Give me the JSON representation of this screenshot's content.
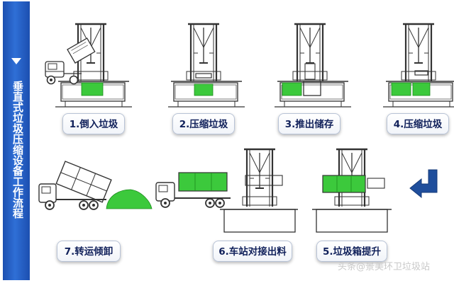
{
  "sidebar": {
    "title": "垂直式垃圾压缩设备工作流程"
  },
  "steps": {
    "s1": "1.倒入垃圾",
    "s2": "2.压缩垃圾",
    "s3": "3.推出储存",
    "s4": "4.压缩垃圾",
    "s5": "5.垃圾箱提升",
    "s6": "6.车站对接出料",
    "s7": "7.转运倾卸"
  },
  "watermark": "头条@景美环卫垃圾站",
  "colors": {
    "sidebar": "#1f56be",
    "green_fill": "#3cc93c",
    "arrow": "#1f4e9c",
    "label_text": "#10205a"
  }
}
